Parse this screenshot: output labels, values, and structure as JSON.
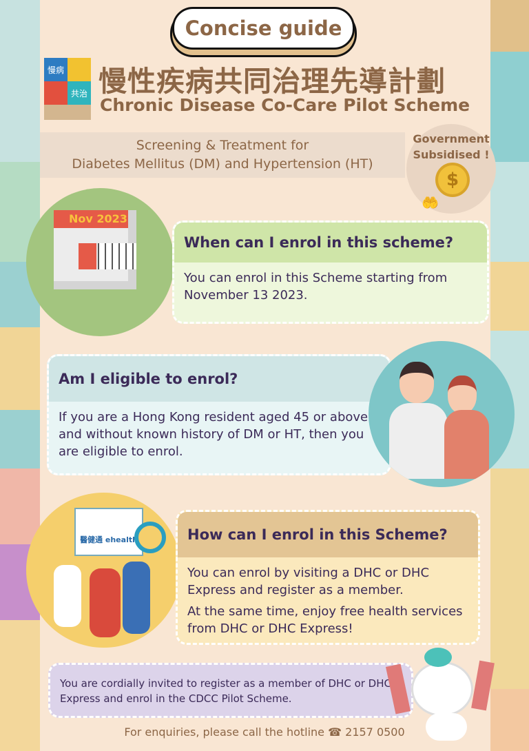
{
  "header": {
    "badge": "Concise guide",
    "title_zh": "慢性疾病共同治理先導計劃",
    "title_en": "Chronic Disease Co-Care Pilot Scheme",
    "subtitle_line1": "Screening & Treatment for",
    "subtitle_line2": "Diabetes Mellitus (DM) and Hypertension (HT)",
    "gov_badge_line1": "Government",
    "gov_badge_line2": "Subsidised !",
    "logo": {
      "top_left": "慢病",
      "bottom_right": "共治"
    }
  },
  "sections": [
    {
      "calendar_label": "Nov 2023",
      "question": "When can I enrol in this scheme?",
      "answer": "You can enrol in this Scheme starting from November 13 2023."
    },
    {
      "question": "Am I eligible to enrol?",
      "answer": "If you are a Hong Kong resident aged 45 or above and without known history of DM or HT, then you are eligible to enrol."
    },
    {
      "app_label": "醫健通 ehealth",
      "question": "How can I enrol in this Scheme?",
      "answer": "You can enrol by visiting a DHC or DHC Express and register as a member.",
      "answer2": "At the same time, enjoy free health services from DHC or DHC Express!"
    }
  ],
  "invite": "You are cordially invited to register as a member of DHC or DHC Express and enrol in the CDCC Pilot Scheme.",
  "footer": {
    "text": "For enquiries, please call the hotline",
    "phone_icon": "☎",
    "phone": "2157 0500"
  },
  "colors": {
    "brown": "#8c6646",
    "purple_text": "#3b2a58",
    "green": "#a3c57f",
    "teal": "#7ec6c8",
    "yellow": "#f5cf6c"
  }
}
